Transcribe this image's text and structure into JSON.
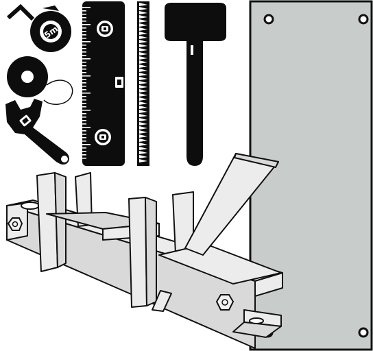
{
  "tape_measure": {
    "label": "5m"
  },
  "colors": {
    "background": "#ffffff",
    "ink": "#0d0d0d",
    "plate": "#c8cdcc",
    "metal_light": "#ececec",
    "metal_mid": "#d9d9d9"
  },
  "icons": [
    "tape-measure-icon",
    "solder-wire-icon",
    "adjustable-wrench-icon",
    "spirit-level-ruler-icon",
    "serrated-blade-icon",
    "mallet-icon",
    "mounting-plate",
    "steel-bracket-assembly"
  ]
}
